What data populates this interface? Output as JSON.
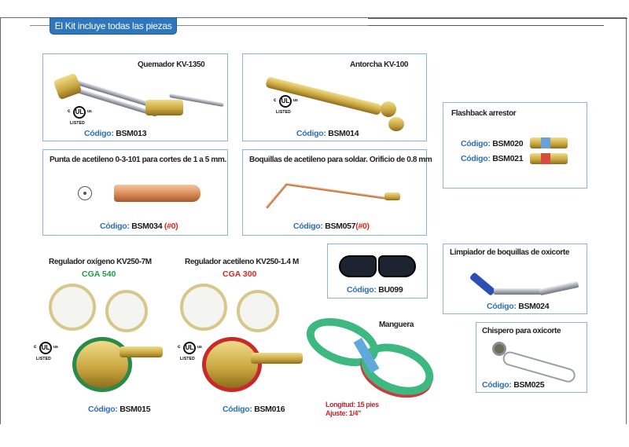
{
  "header": {
    "banner": "El Kit incluye todas las piezas"
  },
  "colors": {
    "accent_blue": "#2e76bd",
    "code_label_blue": "#2e6fb5",
    "red": "#d12a2a",
    "green": "#1f9a4a",
    "box_border": "#8db3d9"
  },
  "ul_mark": {
    "c": "c",
    "ul": "UL",
    "us": "us",
    "listed": "LISTED"
  },
  "products": {
    "quemador": {
      "title": "Quemador KV-1350",
      "code_label": "Código:",
      "code": "BSM013"
    },
    "antorcha": {
      "title": "Antorcha KV-100",
      "code_label": "Código:",
      "code": "BSM014"
    },
    "flashback": {
      "title": "Flashback arrestor",
      "items": [
        {
          "code_label": "Código:",
          "code": "BSM020"
        },
        {
          "code_label": "Código:",
          "code": "BSM021"
        }
      ]
    },
    "punta": {
      "title": "Punta de acetileno 0-3-101  para cortes de 1 a 5 mm.",
      "code_label": "Código:",
      "code": "BSM034",
      "suffix": "(#0)"
    },
    "boquillas": {
      "title": "Boquillas de acetileno para soldar. Orificio de 0.8 mm",
      "code_label": "Código:",
      "code": "BSM057",
      "suffix": "(#0)"
    },
    "reg_oxigeno": {
      "title": "Regulador oxígeno KV250-7M",
      "subtitle": "CGA 540",
      "code_label": "Código:",
      "code": "BSM015"
    },
    "reg_acetileno": {
      "title": "Regulador acetileno KV250-1.4 M",
      "subtitle": "CGA 300",
      "code_label": "Código:",
      "code": "BSM016"
    },
    "gafas": {
      "code_label": "Código:",
      "code": "BU099"
    },
    "manguera": {
      "title": "Manguera",
      "length": "Longitud: 15 pies",
      "fit": "Ajuste: 1/4\""
    },
    "limpiador": {
      "title": "Limpiador de boquillas de oxicorte",
      "code_label": "Código:",
      "code": "BSM024"
    },
    "chispero": {
      "title": "Chispero para oxicorte",
      "code_label": "Código:",
      "code": "BSM025"
    }
  }
}
